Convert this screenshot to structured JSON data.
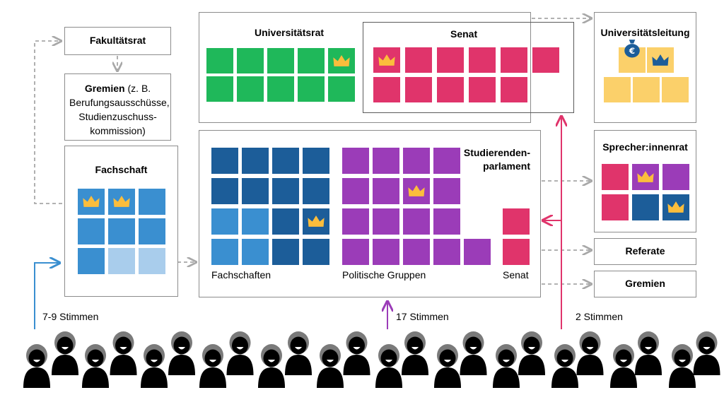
{
  "boxes": {
    "fakultaetsrat": "Fakultätsrat",
    "gremien_fak_title": "Gremien",
    "gremien_fak_rest": "(z. B. Berufungsausschüsse, Studienzuschuss-kommission)",
    "fachschaft": "Fachschaft",
    "universitaetsrat": "Universitätsrat",
    "senat": "Senat",
    "universitaetsleitung": "Universitätsleitung",
    "studierendenparlament_1": "Studierenden-",
    "studierendenparlament_2": "parlament",
    "sprecherinnenrat": "Sprecher:innenrat",
    "referate": "Referate",
    "gremien": "Gremien"
  },
  "parliament_groups": {
    "fachschaften": "Fachschaften",
    "politische_gruppen": "Politische Gruppen",
    "senat": "Senat"
  },
  "votes": {
    "fachschaft": "7-9 Stimmen",
    "parlament": "17 Stimmen",
    "senat": "2 Stimmen"
  },
  "icons": {
    "crown": "crown-icon",
    "money_bag": "money-bag-icon",
    "money_symbol": "€",
    "person": "person-icon"
  },
  "colors": {
    "green": "#1fb85a",
    "pink": "#e0346b",
    "dark_blue": "#1c5d99",
    "mid_blue": "#3a8fd0",
    "light_blue": "#a9cdec",
    "purple": "#9b3cb8",
    "yellow": "#fbd06a",
    "crown": "#fbbd3c",
    "crown_on_blue": "#1c5d99",
    "arrow_blue": "#3a8fd0",
    "arrow_purple": "#9b3cb8",
    "arrow_pink": "#e0346b",
    "grey": "#a8a8a8",
    "person": "#000000",
    "hair": "#7a7a7a"
  }
}
